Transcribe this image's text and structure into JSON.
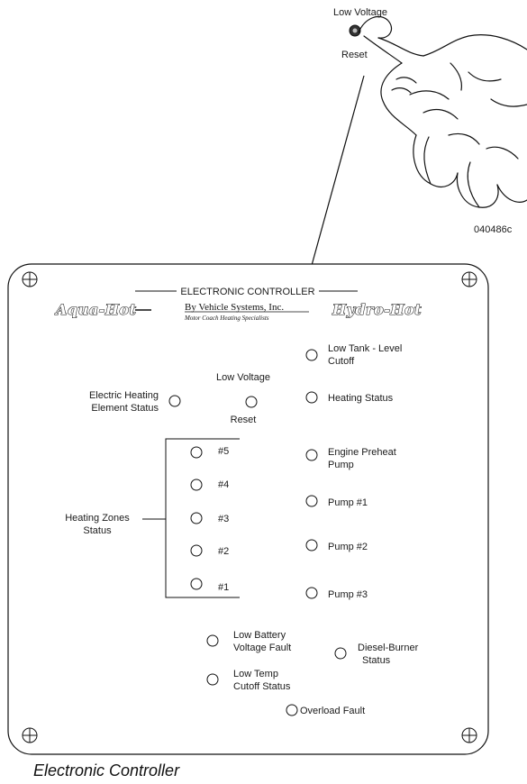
{
  "inset": {
    "switch_top_label": "Low Voltage",
    "switch_bottom_label": "Reset",
    "part_number": "040486c"
  },
  "panel": {
    "header_title": "ELECTRONIC CONTROLLER",
    "brand_left": "Aqua-Hot",
    "brand_right": "Hydro-Hot",
    "maker": "By Vehicle Systems, Inc.",
    "tagline": "Motor Coach Heating Specialists",
    "indicators": {
      "low_voltage": "Low Voltage",
      "reset": "Reset",
      "electric_heating_1": "Electric Heating",
      "electric_heating_2": "Element Status",
      "heating_zones_1": "Heating Zones",
      "heating_zones_2": "Status",
      "zone_5": "#5",
      "zone_4": "#4",
      "zone_3": "#3",
      "zone_2": "#2",
      "zone_1": "#1",
      "low_tank_1": "Low Tank - Level",
      "low_tank_2": "Cutoff",
      "heating_status": "Heating Status",
      "engine_preheat_1": "Engine Preheat",
      "engine_preheat_2": "Pump",
      "pump_1": "Pump  #1",
      "pump_2": "Pump  #2",
      "pump_3": "Pump  #3",
      "low_battery_1": "Low Battery",
      "low_battery_2": "Voltage Fault",
      "low_temp_1": "Low Temp",
      "low_temp_2": "Cutoff Status",
      "diesel_burner_1": "Diesel-Burner",
      "diesel_burner_2": "Status",
      "overload_fault": "Overload Fault"
    }
  },
  "caption": "Electronic Controller"
}
